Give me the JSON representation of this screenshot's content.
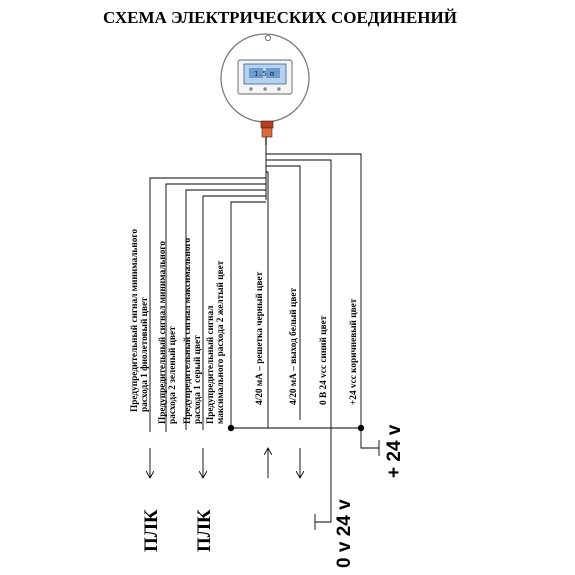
{
  "title": "СХЕМА ЭЛЕКТРИЧЕСКИХ СОЕДИНЕНИЙ",
  "device": {
    "display_value": "1.5",
    "display_unit": "m"
  },
  "wires": [
    {
      "line1": "Предупредительный сигнал минимального",
      "line2": "расхода 1 фиолетовый цвет"
    },
    {
      "line1": "Предупредительный сигнал минимального",
      "line2": "расхода 2 зеленый цвет"
    },
    {
      "line1": "Предупредительный сигнал максимального",
      "line2": "расхода 1 серый цвет"
    },
    {
      "line1": "Предупредительный сигнал",
      "line2": "максимального расхода 2 желтый цвет"
    },
    {
      "line1": "4/20 мА – решетка черный цвет"
    },
    {
      "line1": "4/20 мА – выход белый цвет"
    },
    {
      "line1": "0 В 24 vcc синий цвет"
    },
    {
      "line1": "+24 vcc коричневый цвет"
    }
  ],
  "plc_labels": [
    "ПЛК",
    "ПЛК"
  ],
  "power": {
    "plus": "+ 24 v",
    "zero": "0 v 24 v"
  }
}
